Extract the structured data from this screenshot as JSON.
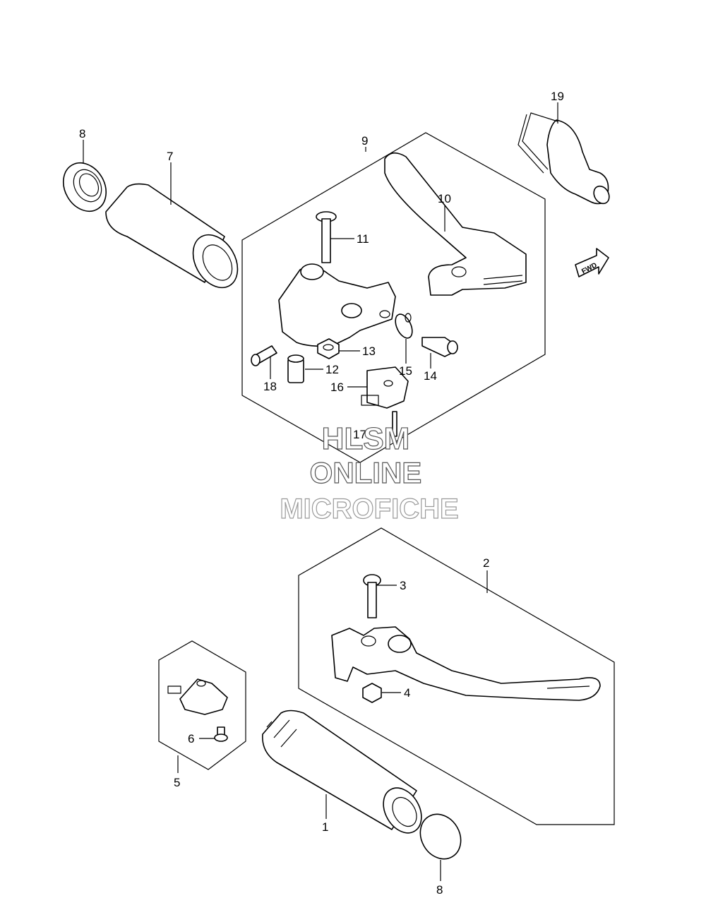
{
  "callouts": [
    {
      "id": "c1",
      "text": "1"
    },
    {
      "id": "c2",
      "text": "2"
    },
    {
      "id": "c3",
      "text": "3"
    },
    {
      "id": "c4",
      "text": "4"
    },
    {
      "id": "c5",
      "text": "5"
    },
    {
      "id": "c6",
      "text": "6"
    },
    {
      "id": "c7",
      "text": "7"
    },
    {
      "id": "c8a",
      "text": "8"
    },
    {
      "id": "c8b",
      "text": "8"
    },
    {
      "id": "c9",
      "text": "9"
    },
    {
      "id": "c10",
      "text": "10"
    },
    {
      "id": "c11",
      "text": "11"
    },
    {
      "id": "c12",
      "text": "12"
    },
    {
      "id": "c13",
      "text": "13"
    },
    {
      "id": "c14",
      "text": "14"
    },
    {
      "id": "c15",
      "text": "15"
    },
    {
      "id": "c16",
      "text": "16"
    },
    {
      "id": "c17",
      "text": "17"
    },
    {
      "id": "c18",
      "text": "18"
    },
    {
      "id": "c19",
      "text": "19"
    }
  ],
  "watermark": {
    "line1": "HLSM",
    "line2": "ONLINE",
    "line3": "MICROFICHE"
  },
  "fwd_badge": "FWD",
  "colors": {
    "line": "#000000",
    "watermark_stroke": "#9a9a9a",
    "background": "#ffffff"
  }
}
